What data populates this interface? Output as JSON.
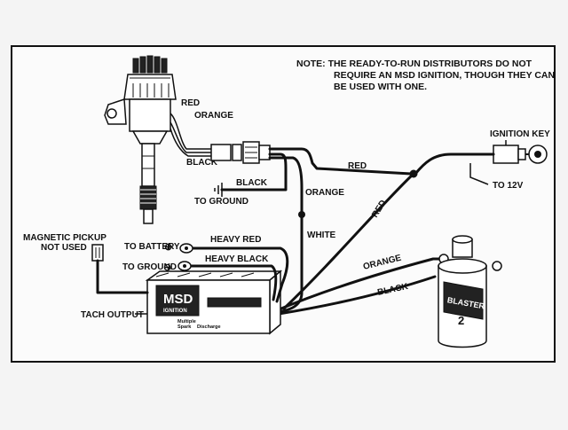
{
  "note": {
    "line1": "NOTE:  THE READY-TO-RUN DISTRIBUTORS DO NOT",
    "line2": "REQUIRE AN MSD IGNITION, THOUGH THEY CAN",
    "line3": "BE USED WITH ONE."
  },
  "labels": {
    "red_top": "RED",
    "orange_top": "ORANGE",
    "black_dist": "BLACK",
    "black_ground": "BLACK",
    "to_ground_top": "TO GROUND",
    "red_harness": "RED",
    "orange_harness": "ORANGE",
    "white": "WHITE",
    "ignition_key": "IGNITION KEY",
    "to_12v": "TO 12V",
    "red_diag": "RED",
    "orange_coil": "ORANGE",
    "black_coil": "BLACK",
    "magnetic_pickup_1": "MAGNETIC PICKUP",
    "magnetic_pickup_2": "NOT USED",
    "to_battery": "TO BATTERY",
    "heavy_red": "HEAVY RED",
    "to_ground_box": "TO GROUND",
    "heavy_black": "HEAVY BLACK",
    "tach_output": "TACH OUTPUT",
    "plus_sign": "⊕",
    "minus_sign": "⊖"
  },
  "msd_box": {
    "logo": "MSD",
    "logo_sub": "IGNITION",
    "line1": "Multiple",
    "line2": "Spark",
    "line3": "Discharge"
  },
  "coil": {
    "brand": "BLASTER",
    "number": "2"
  }
}
